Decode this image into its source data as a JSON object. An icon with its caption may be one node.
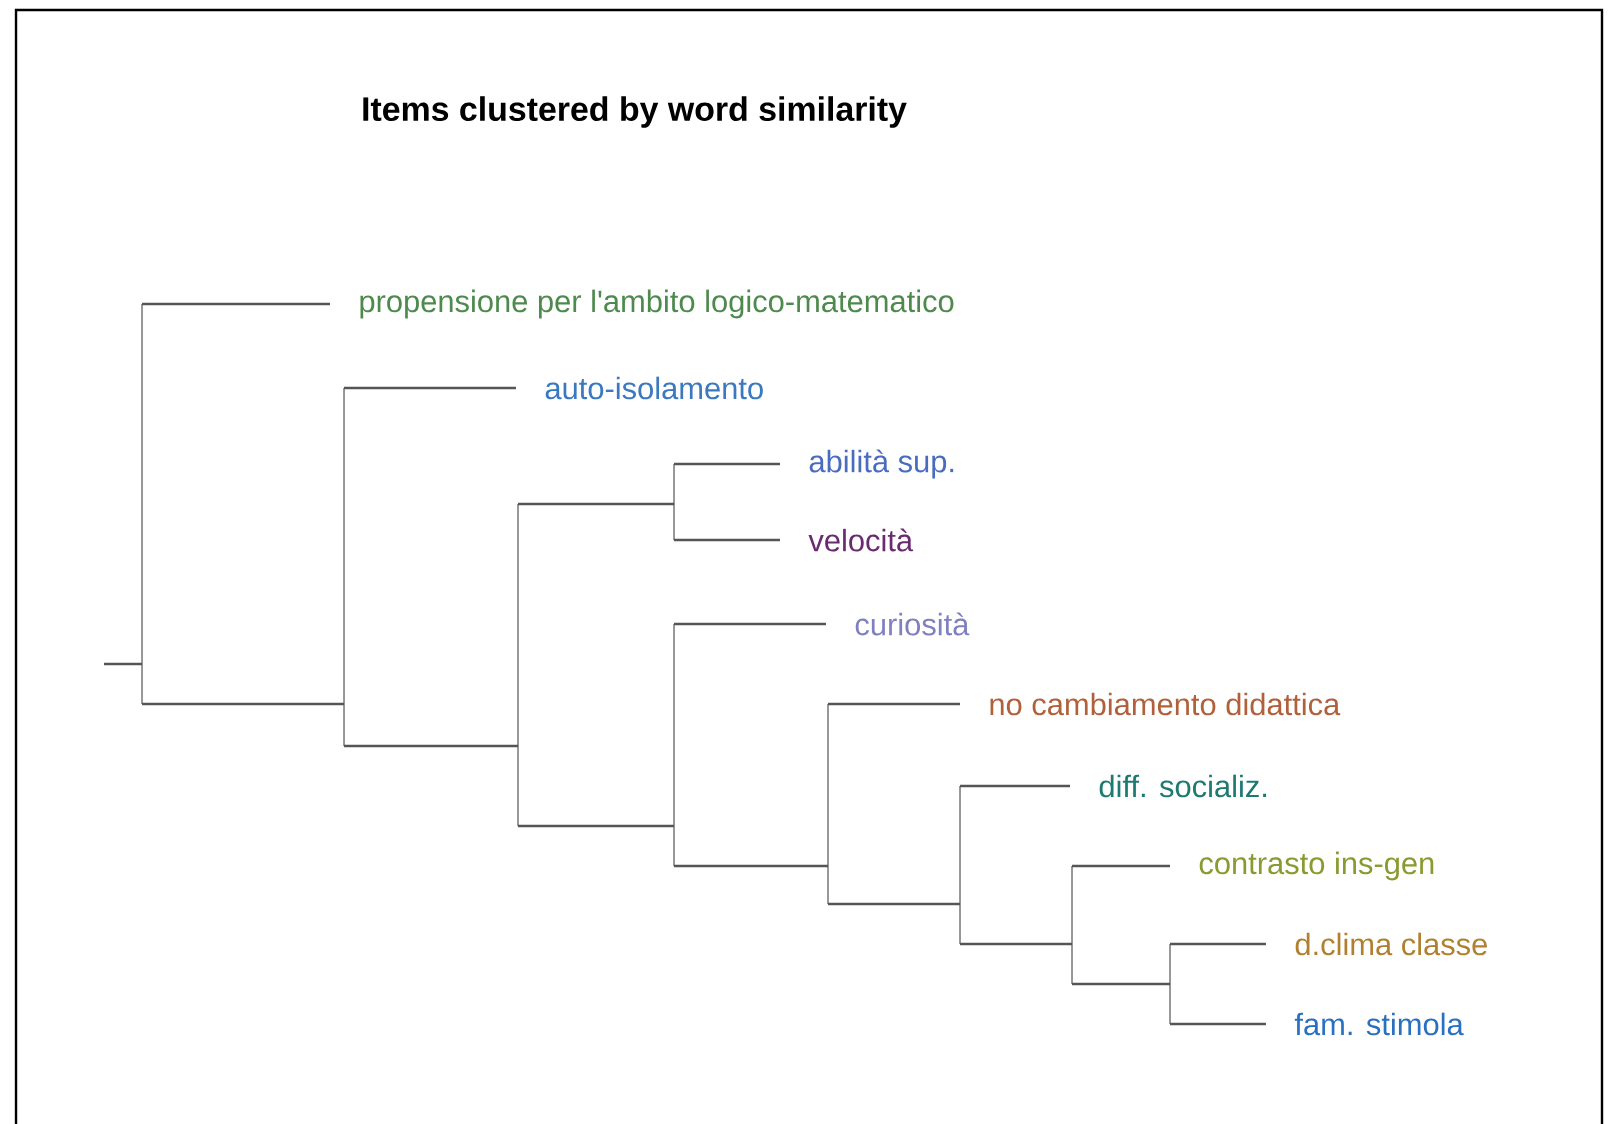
{
  "diagram": {
    "title": "Items clustered by word similarity",
    "nodes": [
      {
        "text": [],
        "shape": "bar"
      },
      {
        "text": [
          "propensione per l'ambito logico-matematico"
        ]
      },
      {
        "text": [],
        "shape": "bar"
      },
      {
        "text": [
          "auto-isolamento"
        ]
      },
      {
        "text": [],
        "shape": "bar"
      },
      {
        "text": [],
        "shape": "bar"
      },
      {
        "text": [
          "abilità sup."
        ]
      },
      {
        "text": [
          "velocità"
        ]
      },
      {
        "text": [],
        "shape": "bar"
      },
      {
        "text": [
          "curiosità"
        ]
      },
      {
        "text": [],
        "shape": "bar"
      },
      {
        "text": [
          "no cambiamento didattica"
        ]
      },
      {
        "text": [],
        "shape": "bar"
      },
      {
        "text": [
          "diff. socializ."
        ]
      },
      {
        "text": [],
        "shape": "bar"
      },
      {
        "text": [
          "contrasto ins-gen"
        ]
      },
      {
        "text": [],
        "shape": "bar"
      },
      {
        "text": [
          "d.clima classe"
        ]
      },
      {
        "text": [
          "fam. stimola"
        ]
      }
    ],
    "edges": [
      {
        "from": null,
        "to": 0,
        "arrow": "none"
      },
      {
        "from": 0,
        "to": 1,
        "arrow": "none"
      },
      {
        "from": 0,
        "to": 2,
        "arrow": "none"
      },
      {
        "from": 2,
        "to": 3,
        "arrow": "none"
      },
      {
        "from": 2,
        "to": 4,
        "arrow": "none"
      },
      {
        "from": 4,
        "to": 5,
        "arrow": "none"
      },
      {
        "from": 4,
        "to": 8,
        "arrow": "none"
      },
      {
        "from": 5,
        "to": 6,
        "arrow": "none"
      },
      {
        "from": 5,
        "to": 7,
        "arrow": "none"
      },
      {
        "from": 8,
        "to": 9,
        "arrow": "none"
      },
      {
        "from": 8,
        "to": 10,
        "arrow": "none"
      },
      {
        "from": 10,
        "to": 11,
        "arrow": "none"
      },
      {
        "from": 10,
        "to": 12,
        "arrow": "none"
      },
      {
        "from": 12,
        "to": 13,
        "arrow": "none"
      },
      {
        "from": 12,
        "to": 14,
        "arrow": "none"
      },
      {
        "from": 14,
        "to": 15,
        "arrow": "none"
      },
      {
        "from": 14,
        "to": 16,
        "arrow": "none"
      },
      {
        "from": 16,
        "to": 17,
        "arrow": "none"
      },
      {
        "from": 16,
        "to": 18,
        "arrow": "none"
      }
    ]
  }
}
